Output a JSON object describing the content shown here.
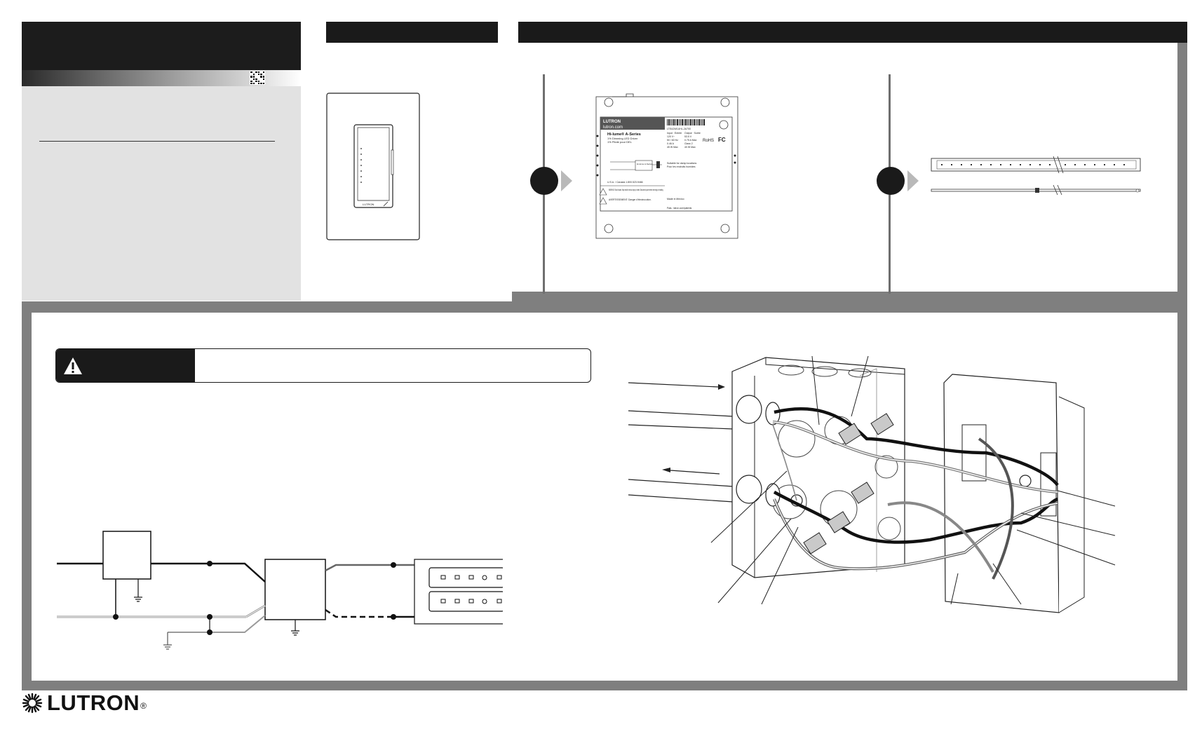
{
  "brand": {
    "wordmark": "LUTRON",
    "registered": "®"
  },
  "driver_label": {
    "brand": "LUTRON",
    "site": "lutron.com",
    "product": "Hi-lume® A-Series",
    "desc_en": "1% Dimming LED Driver",
    "desc_fr": "1% Pilote pour DEL",
    "model": "LTEA2W1UHL-2A700",
    "input_head": "Input · Entrée",
    "output_head": "Output · Sortie",
    "input_specs": [
      "120 V~",
      "50 / 60 Hz",
      "0.46 A",
      "45 W Max"
    ],
    "output_specs": [
      "53.5 V",
      "0.75 A Max",
      "Class 2",
      "40 W Max"
    ],
    "us_canada": "U.S.A. / Canada 1.800.523.9466",
    "damp": "Suitable for damp locations",
    "damp_fr": "Pour les endroits humides",
    "warning_en": "WARNING: Shock hazard. May result in serious injury or death. Disconnect power before servicing or installing.",
    "warning_fr": "AVERTISSEMENT: Danger d'électrocution.",
    "made_in": "Made in Mexico",
    "patents": "Pats.: lutron.com/patents",
    "control": "Hi-lume A-Series",
    "rohs": "RoHS",
    "fc": "FC"
  },
  "dimmer": {
    "brand": "LUTRON"
  }
}
